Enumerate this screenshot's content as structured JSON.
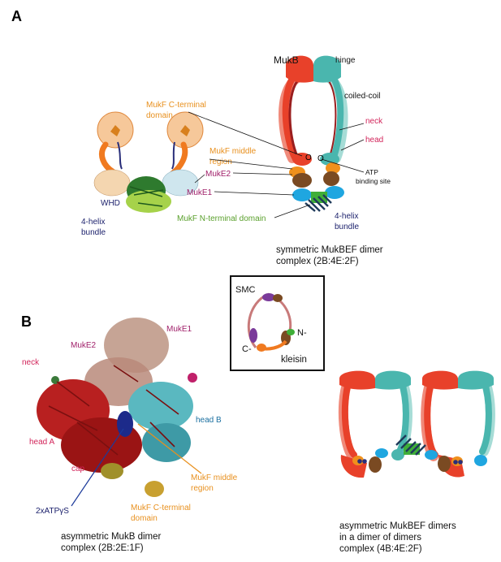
{
  "panelA": {
    "letter": "A",
    "mukb": "MukB",
    "hinge": "hinge",
    "coiled_coil": "coiled-coil",
    "neck": "neck",
    "head": "head",
    "mukf_c_terminal_1": "MukF C-terminal",
    "mukf_c_terminal_2": "domain",
    "mukf_middle_1": "MukF middle",
    "mukf_middle_2": "region",
    "mukE2": "MukE2",
    "mukE1": "MukE1",
    "whd": "WHD",
    "helix_left_1": "4-helix",
    "helix_left_2": "bundle",
    "mukf_n_terminal": "MukF N-terminal domain",
    "atp_1": "ATP",
    "atp_2": "binding site",
    "helix_right_1": "4-helix",
    "helix_right_2": "bundle",
    "caption_1": "symmetric MukBEF dimer",
    "caption_2": "complex (2B:4E:2F)"
  },
  "inset": {
    "smc": "SMC",
    "n": "N-",
    "c": "C-",
    "kleisin": "kleisin"
  },
  "panelB": {
    "letter": "B",
    "mukE1": "MukE1",
    "mukE2": "MukE2",
    "neck": "neck",
    "head_b": "head B",
    "head_a": "head A",
    "cap": "cap",
    "atp": "2xATPγS",
    "middle_1": "MukF middle",
    "middle_2": "region",
    "cterm_1": "MukF C-terminal",
    "cterm_2": "domain",
    "caption_1": "asymmetric MukB dimer",
    "caption_2": "complex (2B:2E:1F)"
  },
  "panelC": {
    "caption_1": "asymmetric MukBEF dimers",
    "caption_2": "in a  dimer of dimers",
    "caption_3": "complex (4B:4E:2F)"
  },
  "colors": {
    "red": "#e8412a",
    "dark_red": "#9a1e1e",
    "teal": "#4ab6ae",
    "orange": "#f0901c",
    "brown": "#7a4a22",
    "cyan": "#1fa6e0",
    "green": "#3fae38",
    "navy": "#1e3a5a",
    "purple": "#7a3a9a"
  }
}
